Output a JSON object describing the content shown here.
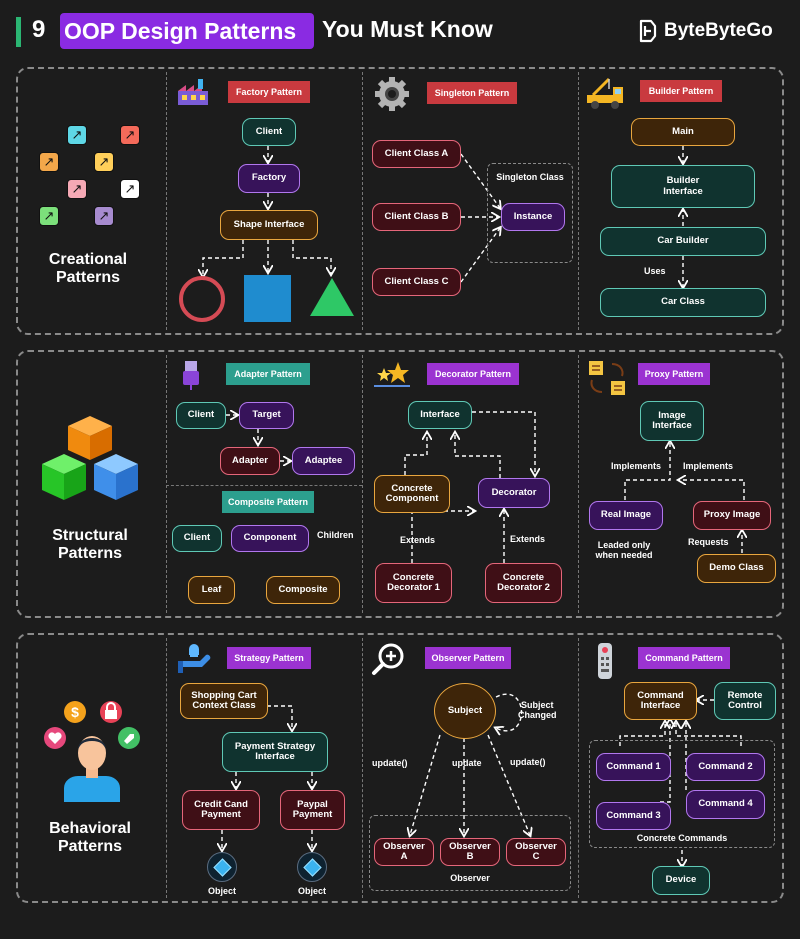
{
  "header": {
    "number": "9",
    "highlight": "OOP Design Patterns",
    "rest": "You Must Know",
    "brand": "ByteByteGo",
    "accent": "#8a2be2"
  },
  "sections": {
    "creational": "Creational\nPatterns",
    "structural": "Structural\nPatterns",
    "behavioral": "Behavioral\nPatterns"
  },
  "factory": {
    "tag": "Factory Pattern",
    "client": "Client",
    "factory": "Factory",
    "shape": "Shape Interface"
  },
  "singleton": {
    "tag": "Singleton Pattern",
    "client_a": "Client Class A",
    "client_b": "Client Class B",
    "client_c": "Client Class C",
    "group": "Singleton Class",
    "instance": "Instance"
  },
  "builder": {
    "tag": "Builder Pattern",
    "main": "Main",
    "builder_interface": "Builder\nInterface",
    "car_builder": "Car Builder",
    "uses": "Uses",
    "car_class": "Car Class"
  },
  "adapter": {
    "tag": "Adapter Pattern",
    "client": "Client",
    "target": "Target",
    "adapter": "Adapter",
    "adaptee": "Adaptee"
  },
  "composite": {
    "tag": "Composite Pattern",
    "client": "Client",
    "component": "Component",
    "children": "Children",
    "leaf": "Leaf",
    "composite": "Composite"
  },
  "decorator": {
    "tag": "Decorator Pattern",
    "interface": "Interface",
    "concrete_component": "Concrete\nComponent",
    "decorator": "Decorator",
    "extends_left": "Extends",
    "extends_right": "Extends",
    "decorator1": "Concrete\nDecorator 1",
    "decorator2": "Concrete\nDecorator 2"
  },
  "proxy": {
    "tag": "Proxy Pattern",
    "image_interface": "Image\nInterface",
    "implements_left": "Implements",
    "implements_right": "Implements",
    "real_image": "Real Image",
    "proxy_image": "Proxy Image",
    "loaded_note": "Leaded only\nwhen needed",
    "requests": "Requests",
    "demo_class": "Demo Class"
  },
  "strategy": {
    "tag": "Strategy Pattern",
    "context": "Shopping Cart\nContext Class",
    "interface": "Payment Strategy\nInterface",
    "credit": "Credit Cand\nPayment",
    "paypal": "Paypal\nPayment",
    "object1": "Object",
    "object2": "Object"
  },
  "observer": {
    "tag": "Observer Pattern",
    "subject": "Subject",
    "subject_changed": "Subject\nChanged",
    "update_left": "update()",
    "update_mid": "update",
    "update_right": "update()",
    "observer_a": "Observer A",
    "observer_b": "Observer B",
    "observer_c": "Observer C",
    "group": "Observer"
  },
  "command": {
    "tag": "Command Pattern",
    "interface": "Command\nInterface",
    "remote": "Remote\nControl",
    "c1": "Command 1",
    "c2": "Command 2",
    "c3": "Command 3",
    "c4": "Command 4",
    "group": "Concrete Commands",
    "device": "Device"
  }
}
